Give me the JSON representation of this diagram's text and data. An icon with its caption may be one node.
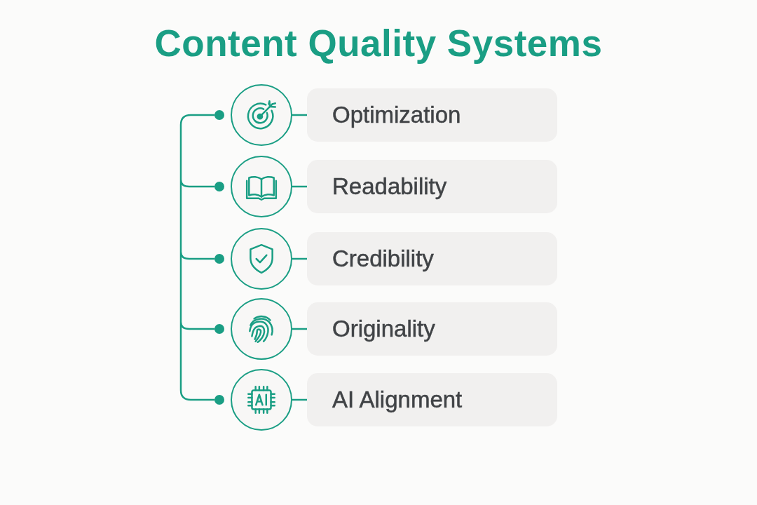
{
  "diagram": {
    "title": "Content Quality Systems",
    "nodes": [
      {
        "text": [],
        "shape": "circle"
      },
      {
        "text": [
          "Optimization"
        ]
      },
      {
        "text": [],
        "shape": "circle"
      },
      {
        "text": [
          "Readability"
        ]
      },
      {
        "text": [],
        "shape": "circle"
      },
      {
        "text": [
          "Credibility"
        ]
      },
      {
        "text": [],
        "shape": "circle"
      },
      {
        "text": [
          "Originality"
        ]
      },
      {
        "text": [],
        "shape": "circle"
      },
      {
        "text": [
          "AI Alignment"
        ]
      }
    ],
    "edges": [
      {
        "from": 0,
        "to": 1,
        "arrow": "none"
      },
      {
        "from": 2,
        "to": 3,
        "arrow": "none"
      },
      {
        "from": 4,
        "to": 5,
        "arrow": "none"
      },
      {
        "from": 6,
        "to": 7,
        "arrow": "none"
      },
      {
        "from": 8,
        "to": 9,
        "arrow": "none"
      }
    ]
  }
}
